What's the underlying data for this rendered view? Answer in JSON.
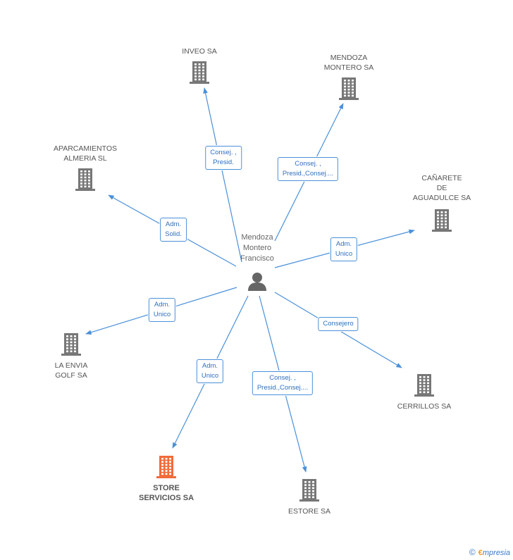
{
  "center": {
    "name": "Mendoza\nMontero\nFrancisco"
  },
  "companies": [
    {
      "id": "inveo",
      "name": "INVEO SA",
      "highlight": false
    },
    {
      "id": "mendoza-montero",
      "name": "MENDOZA\nMONTERO SA",
      "highlight": false
    },
    {
      "id": "aparcamientos",
      "name": "APARCAMIENTOS\nALMERIA SL",
      "highlight": false
    },
    {
      "id": "canarete",
      "name": "CAÑARETE\nDE\nAGUADULCE SA",
      "highlight": false
    },
    {
      "id": "la-envia",
      "name": "LA ENVIA\nGOLF SA",
      "highlight": false
    },
    {
      "id": "cerrillos",
      "name": "CERRILLOS SA",
      "highlight": false
    },
    {
      "id": "store",
      "name": "STORE\nSERVICIOS SA",
      "highlight": true
    },
    {
      "id": "estore",
      "name": "ESTORE SA",
      "highlight": false
    }
  ],
  "relations": [
    {
      "target": "inveo",
      "label": "Consej. ,\nPresid."
    },
    {
      "target": "mendoza-montero",
      "label": "Consej. ,\nPresid.,Consej...."
    },
    {
      "target": "aparcamientos",
      "label": "Adm.\nSolid."
    },
    {
      "target": "canarete",
      "label": "Adm.\nUnico"
    },
    {
      "target": "la-envia",
      "label": "Adm.\nUnico"
    },
    {
      "target": "cerrillos",
      "label": "Consejero"
    },
    {
      "target": "store",
      "label": "Adm.\nUnico"
    },
    {
      "target": "estore",
      "label": "Consej. ,\nPresid.,Consej...."
    }
  ],
  "colors": {
    "edge": "#4a90d9",
    "building": "#777777",
    "building_highlight": "#f26b3a",
    "person": "#666666"
  },
  "footer": {
    "copyright": "©",
    "brand_e": "€",
    "brand_rest": "mpresia"
  }
}
